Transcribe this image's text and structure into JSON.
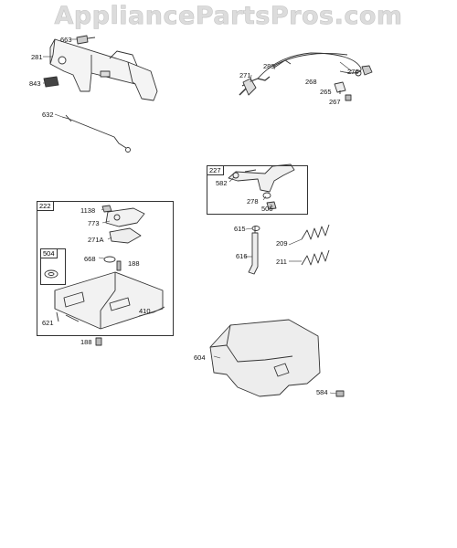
{
  "watermark": "AppliancePartsPros.com",
  "callouts": {
    "c663": "663",
    "c281": "281",
    "c843": "843",
    "c632": "632",
    "c271": "271",
    "c289": "289",
    "c268": "268",
    "c270": "270",
    "c265": "265",
    "c267": "267",
    "c227": "227",
    "c582": "582",
    "c278": "278",
    "c505": "505",
    "c222": "222",
    "c1138": "1138",
    "c773": "773",
    "c271A": "271A",
    "c504": "504",
    "c668": "668",
    "c188a": "188",
    "c410": "410",
    "c621": "621",
    "c188b": "188",
    "c615": "615",
    "c209": "209",
    "c616": "616",
    "c211": "211",
    "c604": "604",
    "c584": "584"
  }
}
